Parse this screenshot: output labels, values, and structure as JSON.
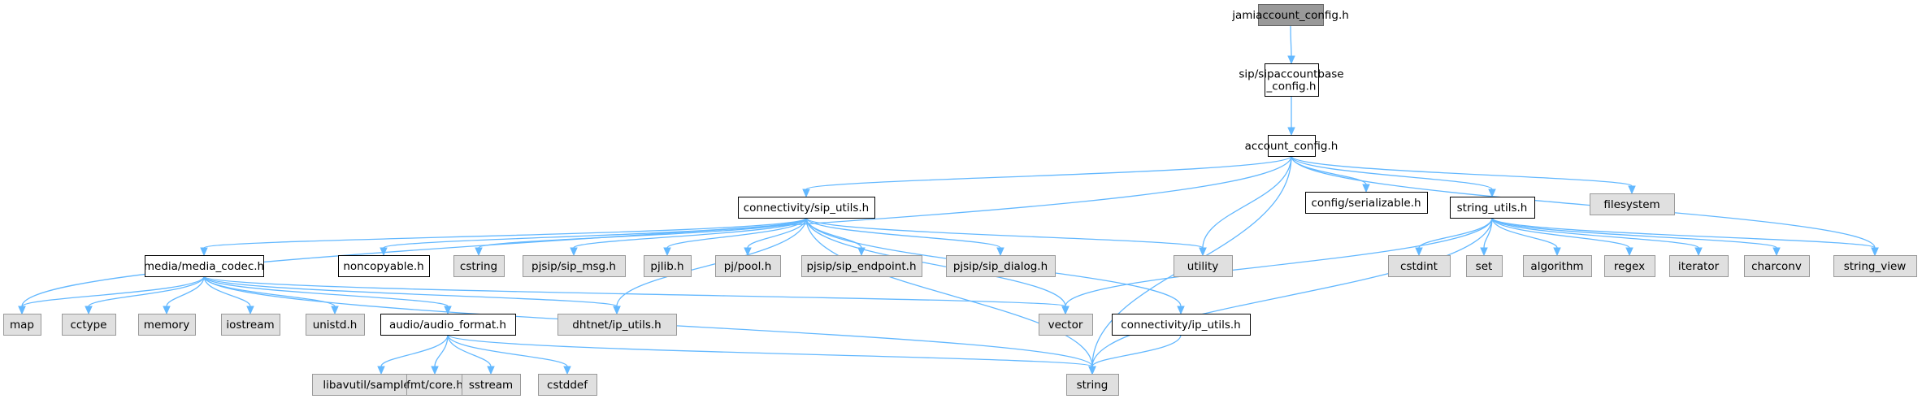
{
  "title": "",
  "nodes": [
    {
      "id": "jamiaccount_config",
      "label": [
        "jamiaccount_config.h"
      ],
      "kind": "root",
      "interactable": false
    },
    {
      "id": "sipaccountbase_config",
      "label": [
        "sip/sipaccountbase",
        "_config.h"
      ],
      "kind": "local",
      "interactable": true
    },
    {
      "id": "account_config",
      "label": [
        "account_config.h"
      ],
      "kind": "local",
      "interactable": true
    },
    {
      "id": "sip_utils",
      "label": [
        "connectivity/sip_utils.h"
      ],
      "kind": "local",
      "interactable": true
    },
    {
      "id": "serializable",
      "label": [
        "config/serializable.h"
      ],
      "kind": "local",
      "interactable": true
    },
    {
      "id": "string_utils",
      "label": [
        "string_utils.h"
      ],
      "kind": "local",
      "interactable": true
    },
    {
      "id": "filesystem",
      "label": [
        "filesystem"
      ],
      "kind": "system",
      "interactable": false
    },
    {
      "id": "media_codec",
      "label": [
        "media/media_codec.h"
      ],
      "kind": "local",
      "interactable": true
    },
    {
      "id": "noncopyable",
      "label": [
        "noncopyable.h"
      ],
      "kind": "local",
      "interactable": true
    },
    {
      "id": "cstring",
      "label": [
        "cstring"
      ],
      "kind": "system",
      "interactable": false
    },
    {
      "id": "sip_msg",
      "label": [
        "pjsip/sip_msg.h"
      ],
      "kind": "system",
      "interactable": false
    },
    {
      "id": "pjlib",
      "label": [
        "pjlib.h"
      ],
      "kind": "system",
      "interactable": false
    },
    {
      "id": "pool",
      "label": [
        "pj/pool.h"
      ],
      "kind": "system",
      "interactable": false
    },
    {
      "id": "sip_endpoint",
      "label": [
        "pjsip/sip_endpoint.h"
      ],
      "kind": "system",
      "interactable": false
    },
    {
      "id": "sip_dialog",
      "label": [
        "pjsip/sip_dialog.h"
      ],
      "kind": "system",
      "interactable": false
    },
    {
      "id": "utility",
      "label": [
        "utility"
      ],
      "kind": "system",
      "interactable": false
    },
    {
      "id": "cstdint",
      "label": [
        "cstdint"
      ],
      "kind": "system",
      "interactable": false
    },
    {
      "id": "set",
      "label": [
        "set"
      ],
      "kind": "system",
      "interactable": false
    },
    {
      "id": "algorithm",
      "label": [
        "algorithm"
      ],
      "kind": "system",
      "interactable": false
    },
    {
      "id": "regex",
      "label": [
        "regex"
      ],
      "kind": "system",
      "interactable": false
    },
    {
      "id": "iterator",
      "label": [
        "iterator"
      ],
      "kind": "system",
      "interactable": false
    },
    {
      "id": "charconv",
      "label": [
        "charconv"
      ],
      "kind": "system",
      "interactable": false
    },
    {
      "id": "string_view",
      "label": [
        "string_view"
      ],
      "kind": "system",
      "interactable": false
    },
    {
      "id": "map",
      "label": [
        "map"
      ],
      "kind": "system",
      "interactable": false
    },
    {
      "id": "cctype",
      "label": [
        "cctype"
      ],
      "kind": "system",
      "interactable": false
    },
    {
      "id": "memory",
      "label": [
        "memory"
      ],
      "kind": "system",
      "interactable": false
    },
    {
      "id": "iostream",
      "label": [
        "iostream"
      ],
      "kind": "system",
      "interactable": false
    },
    {
      "id": "unistd",
      "label": [
        "unistd.h"
      ],
      "kind": "system",
      "interactable": false
    },
    {
      "id": "audio_format",
      "label": [
        "audio/audio_format.h"
      ],
      "kind": "local",
      "interactable": true
    },
    {
      "id": "dhtnet_ip_utils",
      "label": [
        "dhtnet/ip_utils.h"
      ],
      "kind": "system",
      "interactable": false
    },
    {
      "id": "vector",
      "label": [
        "vector"
      ],
      "kind": "system",
      "interactable": false
    },
    {
      "id": "conn_ip_utils",
      "label": [
        "connectivity/ip_utils.h"
      ],
      "kind": "local",
      "interactable": true
    },
    {
      "id": "samplefmt",
      "label": [
        "libavutil/samplefmt.h"
      ],
      "kind": "system",
      "interactable": false
    },
    {
      "id": "fmt_core",
      "label": [
        "fmt/core.h"
      ],
      "kind": "system",
      "interactable": false
    },
    {
      "id": "sstream",
      "label": [
        "sstream"
      ],
      "kind": "system",
      "interactable": false
    },
    {
      "id": "cstddef",
      "label": [
        "cstddef"
      ],
      "kind": "system",
      "interactable": false
    },
    {
      "id": "string",
      "label": [
        "string"
      ],
      "kind": "system",
      "interactable": false
    }
  ],
  "edges": [
    [
      "jamiaccount_config",
      "sipaccountbase_config"
    ],
    [
      "sipaccountbase_config",
      "account_config"
    ],
    [
      "account_config",
      "sip_utils"
    ],
    [
      "account_config",
      "serializable"
    ],
    [
      "account_config",
      "string_utils"
    ],
    [
      "account_config",
      "filesystem"
    ],
    [
      "account_config",
      "utility"
    ],
    [
      "account_config",
      "string_view"
    ],
    [
      "account_config",
      "map"
    ],
    [
      "account_config",
      "string"
    ],
    [
      "sip_utils",
      "media_codec"
    ],
    [
      "sip_utils",
      "noncopyable"
    ],
    [
      "sip_utils",
      "cstring"
    ],
    [
      "sip_utils",
      "sip_msg"
    ],
    [
      "sip_utils",
      "pjlib"
    ],
    [
      "sip_utils",
      "pool"
    ],
    [
      "sip_utils",
      "sip_endpoint"
    ],
    [
      "sip_utils",
      "sip_dialog"
    ],
    [
      "sip_utils",
      "utility"
    ],
    [
      "sip_utils",
      "vector"
    ],
    [
      "sip_utils",
      "conn_ip_utils"
    ],
    [
      "sip_utils",
      "dhtnet_ip_utils"
    ],
    [
      "sip_utils",
      "string"
    ],
    [
      "string_utils",
      "cstdint"
    ],
    [
      "string_utils",
      "set"
    ],
    [
      "string_utils",
      "algorithm"
    ],
    [
      "string_utils",
      "regex"
    ],
    [
      "string_utils",
      "iterator"
    ],
    [
      "string_utils",
      "charconv"
    ],
    [
      "string_utils",
      "string_view"
    ],
    [
      "string_utils",
      "vector"
    ],
    [
      "string_utils",
      "string"
    ],
    [
      "media_codec",
      "map"
    ],
    [
      "media_codec",
      "cctype"
    ],
    [
      "media_codec",
      "memory"
    ],
    [
      "media_codec",
      "iostream"
    ],
    [
      "media_codec",
      "unistd"
    ],
    [
      "media_codec",
      "audio_format"
    ],
    [
      "media_codec",
      "dhtnet_ip_utils"
    ],
    [
      "media_codec",
      "vector"
    ],
    [
      "media_codec",
      "string"
    ],
    [
      "audio_format",
      "samplefmt"
    ],
    [
      "audio_format",
      "fmt_core"
    ],
    [
      "audio_format",
      "sstream"
    ],
    [
      "audio_format",
      "cstddef"
    ],
    [
      "audio_format",
      "string"
    ],
    [
      "conn_ip_utils",
      "string"
    ]
  ]
}
